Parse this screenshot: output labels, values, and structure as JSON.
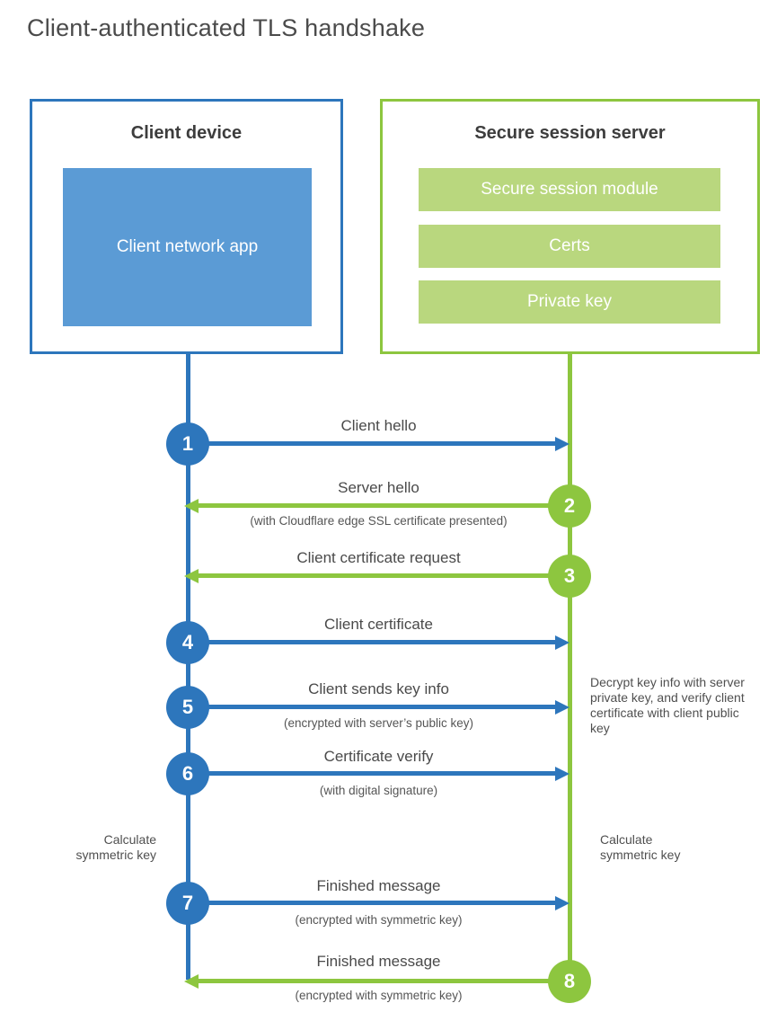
{
  "title": "Client-authenticated TLS handshake",
  "client": {
    "title": "Client device",
    "app": "Client network app"
  },
  "server": {
    "title": "Secure session server",
    "modules": [
      "Secure session module",
      "Certs",
      "Private key"
    ]
  },
  "steps": [
    {
      "number": "1",
      "label": "Client hello",
      "sub": "",
      "from": "client",
      "to": "server"
    },
    {
      "number": "2",
      "label": "Server hello",
      "sub": "(with Cloudflare edge SSL certificate presented)",
      "from": "server",
      "to": "client"
    },
    {
      "number": "3",
      "label": "Client certificate request",
      "sub": "",
      "from": "server",
      "to": "client"
    },
    {
      "number": "4",
      "label": "Client certificate",
      "sub": "",
      "from": "client",
      "to": "server"
    },
    {
      "number": "5",
      "label": "Client sends key info",
      "sub": "(encrypted with server’s public key)",
      "from": "client",
      "to": "server"
    },
    {
      "number": "6",
      "label": "Certificate verify",
      "sub": "(with digital signature)",
      "from": "client",
      "to": "server"
    },
    {
      "number": "7",
      "label": "Finished message",
      "sub": "(encrypted with symmetric key)",
      "from": "client",
      "to": "server"
    },
    {
      "number": "8",
      "label": "Finished message",
      "sub": "(encrypted with symmetric key)",
      "from": "server",
      "to": "client"
    }
  ],
  "notes": {
    "decrypt_note": "Decrypt key info with server private key, and verify client certificate with client public key",
    "calculate_left": "Calculate symmetric key",
    "calculate_right": "Calculate symmetric key"
  },
  "colors": {
    "client_accent": "#2d76bc",
    "client_fill": "#5b9bd5",
    "server_accent": "#8dc63f",
    "server_fill": "#b9d77e",
    "heading_text": "#3d3d3d",
    "label_text": "#4a4a4a",
    "note_text": "#4f4f4f"
  }
}
